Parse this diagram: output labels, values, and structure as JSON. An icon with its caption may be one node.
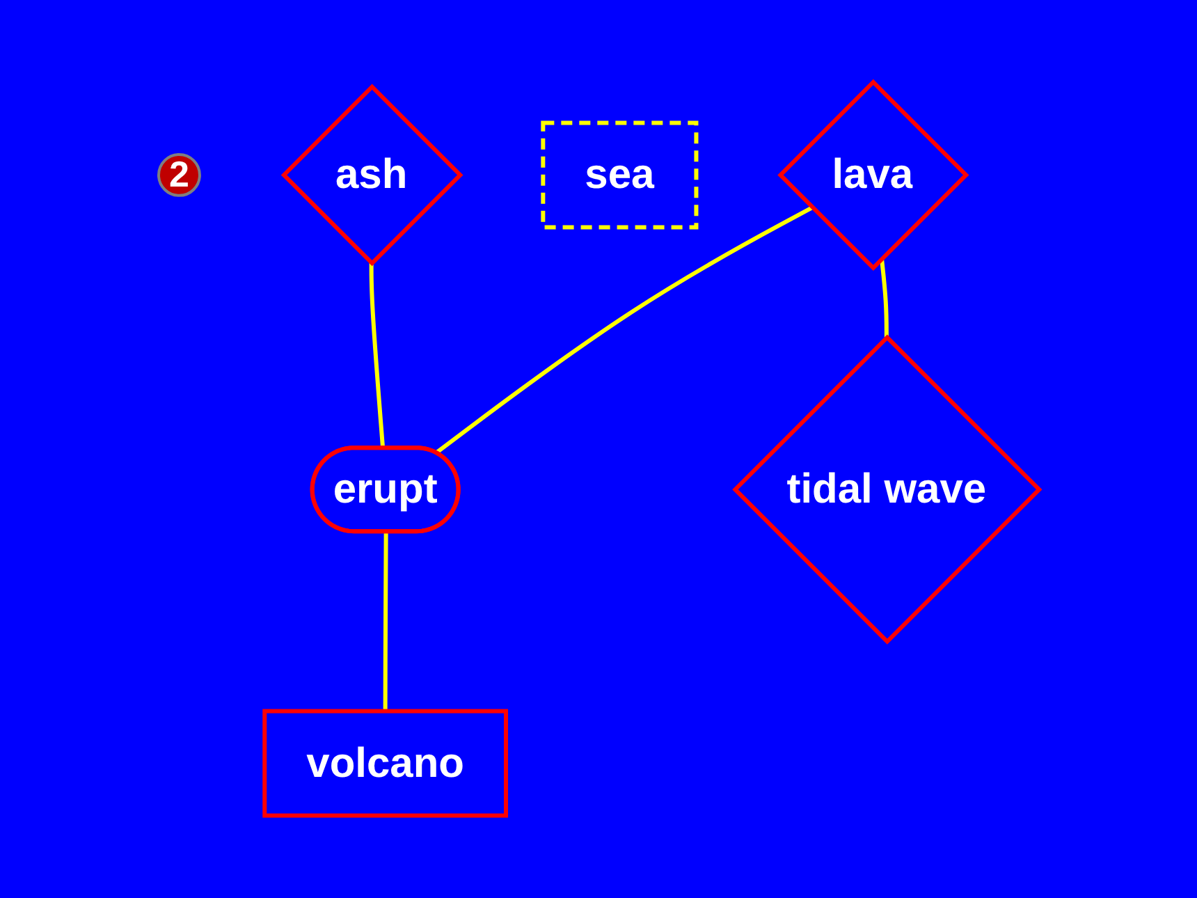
{
  "diagram": {
    "nodes": [
      {
        "text": [
          "2"
        ]
      },
      {
        "text": [
          "lava"
        ]
      },
      {
        "text": [
          "sea"
        ]
      },
      {
        "text": [
          "ash"
        ]
      },
      {
        "text": [
          "erupt"
        ]
      },
      {
        "text": [
          "tidal wave"
        ]
      },
      {
        "text": [
          "volcano"
        ]
      }
    ],
    "edges": [
      {
        "from": 1,
        "to": 4,
        "arrow": "none"
      },
      {
        "from": 1,
        "to": 5,
        "arrow": "none"
      },
      {
        "from": 3,
        "to": 4,
        "arrow": "none"
      },
      {
        "from": 4,
        "to": 6,
        "arrow": "none"
      }
    ]
  }
}
